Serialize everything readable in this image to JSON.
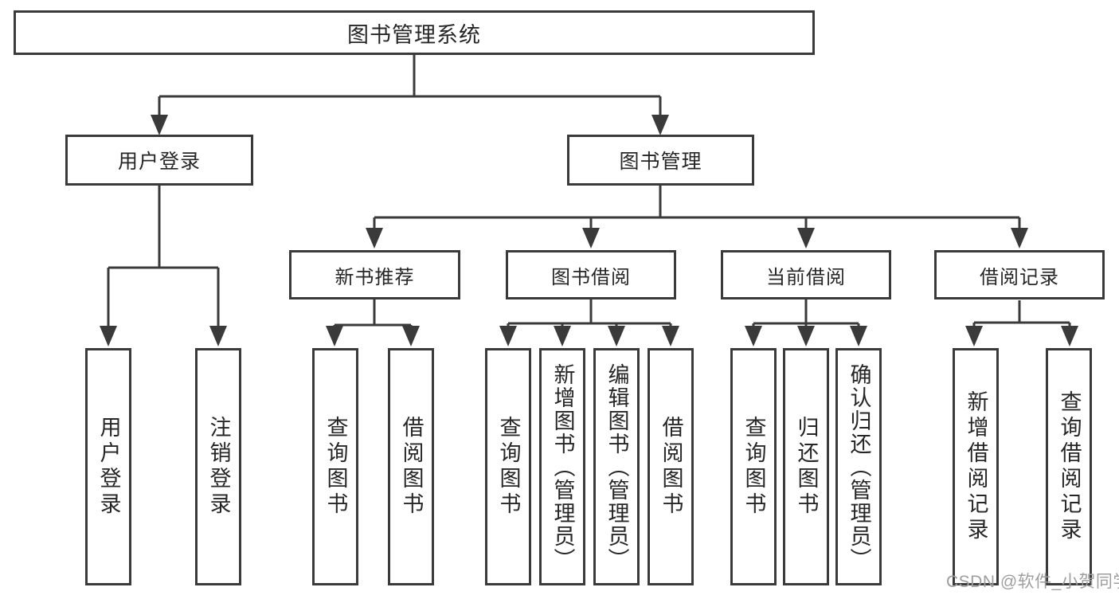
{
  "diagram": {
    "title_node": "图书管理系统",
    "level2": {
      "user_login": "用户登录",
      "book_mgmt": "图书管理"
    },
    "level3": {
      "new_book": "新书推荐",
      "book_borrow": "图书借阅",
      "current_borrow": "当前借阅",
      "borrow_record": "借阅记录"
    },
    "leaves": {
      "user_login_group": [
        "用户登录",
        "注销登录"
      ],
      "new_book_group": [
        "查询图书",
        "借阅图书"
      ],
      "book_borrow_group": [
        "查询图书",
        "新增图书（管理员）",
        "编辑图书（管理员）",
        "借阅图书"
      ],
      "current_borrow_group": [
        "查询图书",
        "归还图书",
        "确认归还（管理员）"
      ],
      "borrow_record_group": [
        "新增借阅记录",
        "查询借阅记录"
      ]
    }
  },
  "colors": {
    "line": "#3a3a3a",
    "text": "#262626",
    "background": "#ffffff",
    "watermark": "#9e9e9e"
  },
  "watermark": "CSDN @软件_小贺同学"
}
